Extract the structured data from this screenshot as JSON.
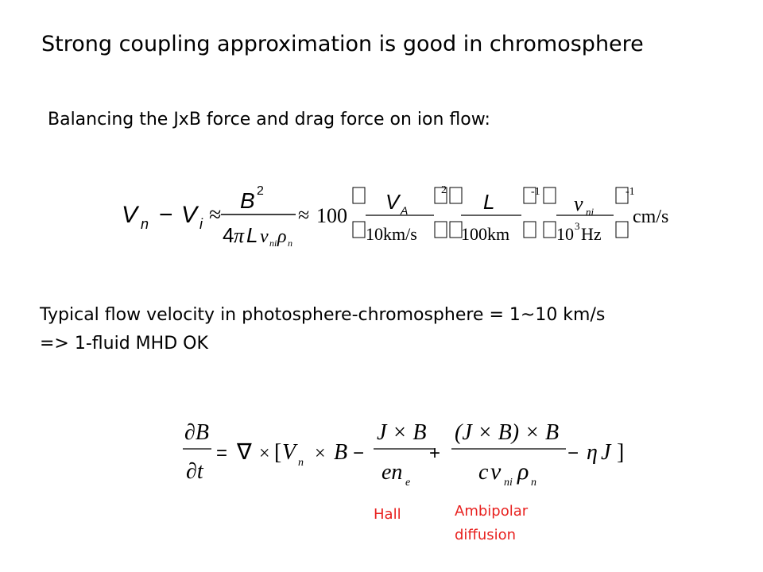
{
  "slide": {
    "title": "Strong coupling approximation is good in chromosphere",
    "subtitle": "Balancing the JxB force and drag force on ion flow:",
    "typical_line1": "Typical flow velocity in photosphere-chromosphere = 1~10 km/s",
    "typical_line2": "=> 1-fluid MHD OK",
    "hall_label": "Hall",
    "ambipolar_label": "Ambipolar diffusion"
  },
  "eq1": {
    "lhs_V": "V",
    "lhs_n": "n",
    "minus": "−",
    "lhs_Vi": "V",
    "lhs_i": "i",
    "approx": "≈",
    "num_B": "B",
    "exp2": "2",
    "den_4": "4",
    "den_pi": "π",
    "den_L": "L",
    "den_nu": "ν",
    "den_ni": "ni",
    "den_rho": "ρ",
    "den_n": "n",
    "approx2": "≈",
    "coef": "100",
    "f1_num": "V",
    "f1_num_sub": "A",
    "f1_den": "10km/s",
    "f1_exp": "2",
    "f2_num": "L",
    "f2_den": "100km",
    "f2_exp": "-1",
    "f3_num": "ν",
    "f3_num_sub": "ni",
    "f3_den_a": "10",
    "f3_den_exp": "3",
    "f3_den_b": "Hz",
    "f3_exp": "-1",
    "unit": "cm/s",
    "bracket": "\u0000"
  },
  "eq2": {
    "dB": "∂B",
    "dt": "∂t",
    "eq": "=",
    "nabla": "∇",
    "times": "×",
    "lb": "[",
    "V": "V",
    "V_sub": "n",
    "B": "B",
    "minus": "−",
    "hall_num": "J × B",
    "hall_den_en": "en",
    "hall_den_sub": "e",
    "plus": "+",
    "amb_num": "(J × B) × B",
    "amb_den_c": "c",
    "amb_den_nu": "ν",
    "amb_den_ni": "ni",
    "amb_den_rho": "ρ",
    "amb_den_n": "n",
    "eta": "η",
    "J": "J",
    "rb": "]"
  }
}
